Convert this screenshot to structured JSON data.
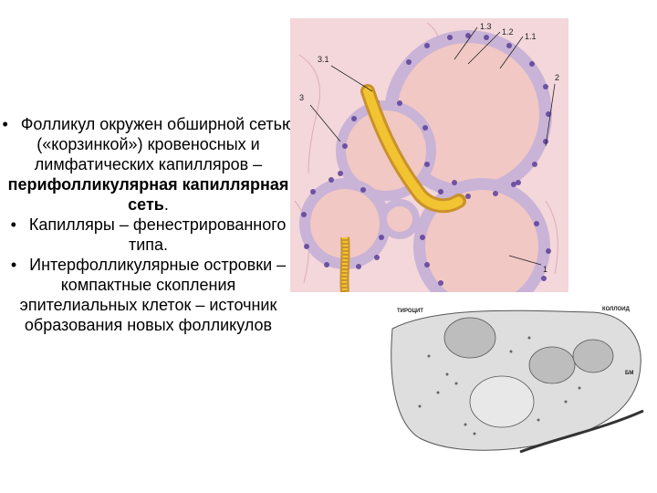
{
  "bullets": [
    {
      "marker": "•",
      "part1": "Фолликул окружен обширной сетью («корзинкой») кровеносных и лимфатических капилляров –",
      "bold": "перифолликулярная капиллярная сеть",
      "end": "."
    },
    {
      "marker": "•",
      "text": "Капилляры – фенестрированного типа."
    },
    {
      "marker": "•",
      "text": "Интерфолликулярные островки – компактные скопления эпителиальных клеток – источник образования новых фолликулов"
    }
  ],
  "figure1": {
    "labels": [
      "3.1",
      "3",
      "1.3",
      "1.2",
      "1.1",
      "2",
      "1"
    ]
  },
  "figure2": {
    "labels": [
      "ТИРОЦИТ",
      "КОЛЛОИД",
      "БМ"
    ]
  }
}
